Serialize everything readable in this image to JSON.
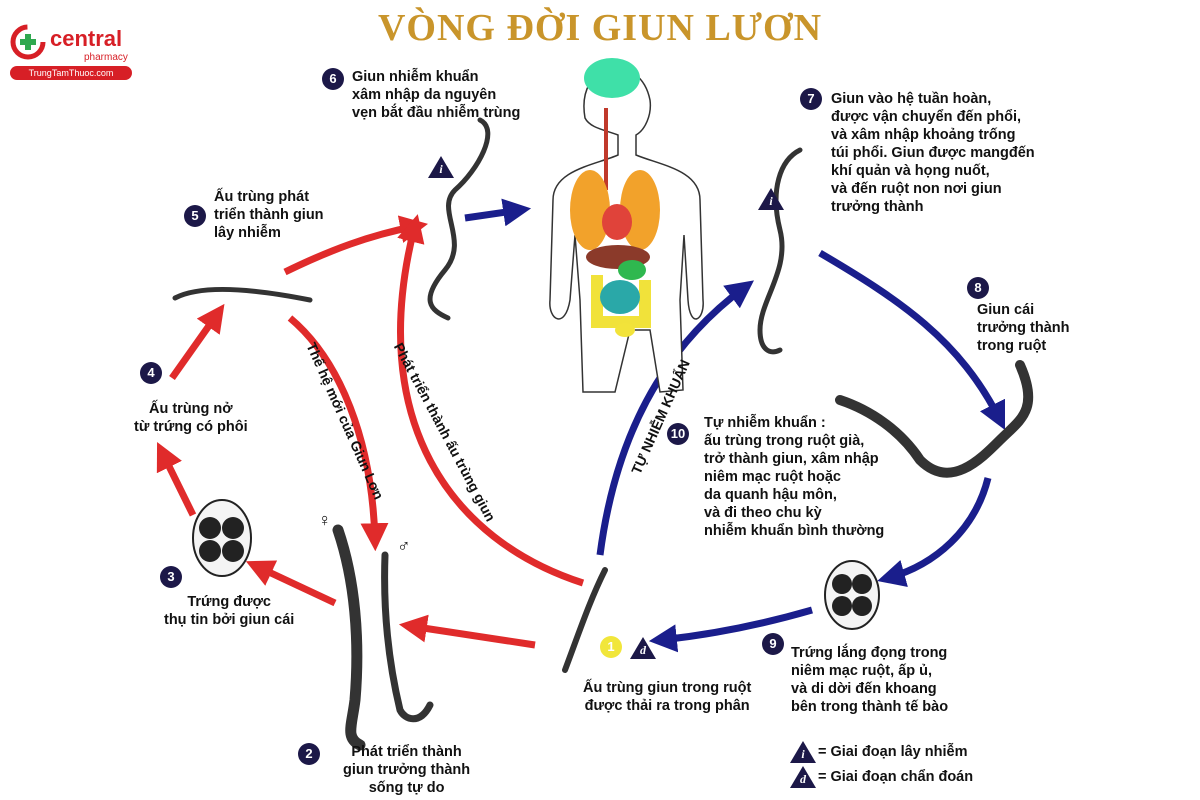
{
  "title": "VÒNG ĐỜI GIUN LƯƠN",
  "colors": {
    "title": "#c9952b",
    "red_arrow": "#e02b2b",
    "blue_arrow": "#1a1e8c",
    "badge": "#1c1848",
    "brand": "#d71f26"
  },
  "logo": {
    "name": "central",
    "sub": "pharmacy",
    "url_text": "TrungTamThuoc.com"
  },
  "steps": {
    "s1": {
      "num": "1",
      "text": "Ấu trùng giun trong ruột\nđược thải ra trong phân"
    },
    "s2": {
      "num": "2",
      "text": "Phát triển thành\ngiun trưởng thành\nsống tự do"
    },
    "s3": {
      "num": "3",
      "text": "Trứng được\nthụ tin bởi giun cái"
    },
    "s4": {
      "num": "4",
      "text": "Ấu trùng nở\ntừ trứng có phôi"
    },
    "s5": {
      "num": "5",
      "text": "Ấu trùng phát\ntriển thành giun\nlây nhiễm"
    },
    "s6": {
      "num": "6",
      "text": "Giun nhiễm khuẩn\nxâm nhập da nguyên\nvẹn bắt đầu nhiễm trùng"
    },
    "s7": {
      "num": "7",
      "text": "Giun vào hệ tuần hoàn,\nđược vận chuyển đến phổi,\nvà xâm nhập khoảng trống\ntúi phổi. Giun được mangđến\nkhí quản và họng nuốt,\nvà đến ruột non nơi giun\ntrưởng thành"
    },
    "s8": {
      "num": "8",
      "text": "Giun cái\ntrưởng thành\ntrong ruột"
    },
    "s9": {
      "num": "9",
      "text": "Trứng  lắng đọng trong\nniêm mạc ruột, ấp ủ,\n và di dời đến khoang\nbên trong thành tế bào"
    },
    "s10": {
      "num": "10",
      "text": "Tự nhiễm khuẩn :\nấu trùng trong ruột già,\ntrở thành giun, xâm nhập\nniêm mạc ruột hoặc\nda quanh hậu môn,\nvà đi theo chu kỳ\nnhiễm khuẩn bình thường"
    }
  },
  "arrow_labels": {
    "new_generation": "Thế hệ mới của Giun Lơn",
    "develop_larvae": "Phát triển thành ấu trùng giun",
    "autoinfection": "TỰ NHIỄM KHUẨN"
  },
  "sex_symbols": {
    "female": "♀",
    "male": "♂"
  },
  "stage_marks": {
    "infective": "i",
    "diagnostic": "d"
  },
  "legend": {
    "infective": "= Giai đoạn lây nhiễm",
    "diagnostic": "= Giai đoạn chẩn đoán"
  }
}
